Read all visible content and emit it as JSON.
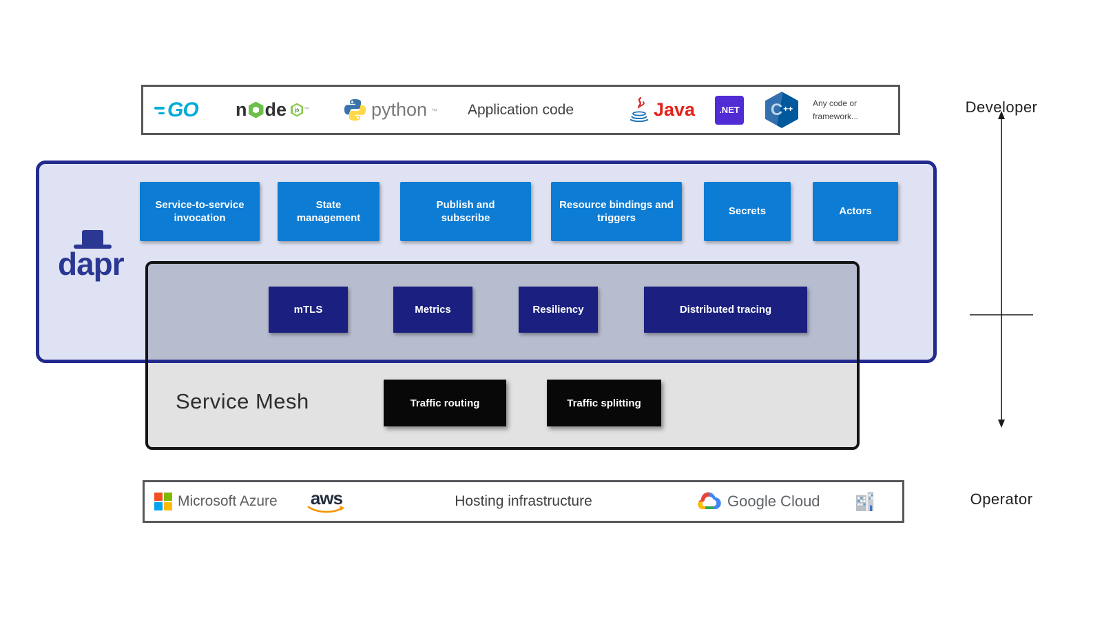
{
  "app_bar": {
    "title": "Application code",
    "go": "GO",
    "node_n": "n",
    "node_de": "de",
    "node_js": "js",
    "node_tm": "™",
    "python": "python",
    "python_tm": "™",
    "java": "Java",
    "dotnet": ".NET",
    "cpp_c": "C",
    "cpp_pp": "++",
    "any_code_line1": "Any code or",
    "any_code_line2": "framework..."
  },
  "dapr": {
    "logo": "dapr",
    "building_blocks": [
      "Service-to-service invocation",
      "State management",
      "Publish and subscribe",
      "Resource bindings and triggers",
      "Secrets",
      "Actors"
    ],
    "capabilities": [
      "mTLS",
      "Metrics",
      "Resiliency",
      "Distributed tracing"
    ]
  },
  "service_mesh": {
    "title": "Service Mesh",
    "features": [
      "Traffic routing",
      "Traffic splitting"
    ]
  },
  "hosting": {
    "title": "Hosting infrastructure",
    "azure": "Microsoft Azure",
    "aws": "aws",
    "google": "Google Cloud"
  },
  "axis": {
    "top": "Developer",
    "bottom": "Operator"
  },
  "colors": {
    "block_blue": "#0d7cd4",
    "capability_navy": "#1a1f80",
    "dapr_border": "#232a8e",
    "dapr_fill": "#dfe2f2",
    "mesh_gray": "#e2e2e2",
    "mesh_overlay": "#b8bccf",
    "feature_black": "#080808",
    "go_cyan": "#00acd7",
    "node_green": "#6cc04a",
    "dotnet_purple": "#512bd4",
    "java_red": "#e2231a",
    "aws_orange": "#f79400"
  }
}
